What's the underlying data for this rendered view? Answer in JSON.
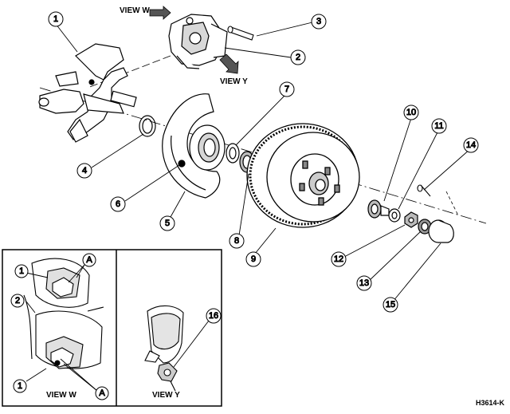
{
  "figure_id": "H3614-K",
  "view_labels": {
    "view_w_top": "VIEW W",
    "view_y_top": "VIEW Y",
    "view_w_inset": "VIEW W",
    "view_y_inset": "VIEW Y"
  },
  "callouts": {
    "c1": "1",
    "c2": "2",
    "c3": "3",
    "c4": "4",
    "c5": "5",
    "c6": "6",
    "c7": "7",
    "c8": "8",
    "c9": "9",
    "c10": "10",
    "c11": "11",
    "c12": "12",
    "c13": "13",
    "c14": "14",
    "c15": "15",
    "inset_w_1a": "1",
    "inset_w_2": "2",
    "inset_w_1b": "1",
    "inset_w_a1": "A",
    "inset_w_a2": "A",
    "inset_y_16": "16"
  }
}
